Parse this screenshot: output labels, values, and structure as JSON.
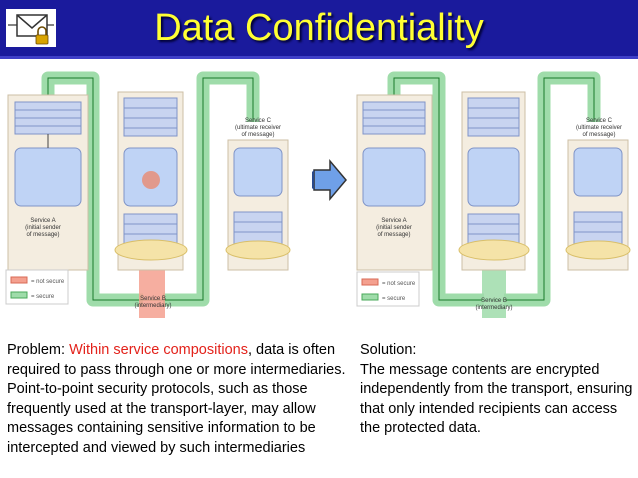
{
  "slide": {
    "title": "Data Confidentiality"
  },
  "header": {
    "logo_icon": "envelope-lock-icon"
  },
  "diagram_labels": {
    "service_a": [
      "Service A",
      "(initial sender",
      "of message)"
    ],
    "service_b": [
      "Service B",
      "(intermediary)"
    ],
    "service_c": [
      "Service C",
      "(ultimate receiver",
      "of message)"
    ],
    "legend_not_secure": "= not secure",
    "legend_secure": "= secure"
  },
  "transition_icon": "right-arrow-icon",
  "problem": {
    "lead": "Problem: ",
    "highlight": "Within service compositions",
    "rest": ", data is often required to pass through one or more intermediaries. Point-to-point security protocols, such as those frequently used at the transport-layer, may allow messages containing sensitive information to be intercepted and viewed by such intermediaries"
  },
  "solution": {
    "heading": "Solution:",
    "body": "The message contents are encrypted independently from the transport, ensuring that only  intended recipients can access the protected data."
  },
  "colors": {
    "header": "#1a1a9c",
    "title": "#ffff33",
    "highlight": "#e3221b",
    "secure": "#9fdcaa",
    "not_secure": "#f4a08f"
  }
}
